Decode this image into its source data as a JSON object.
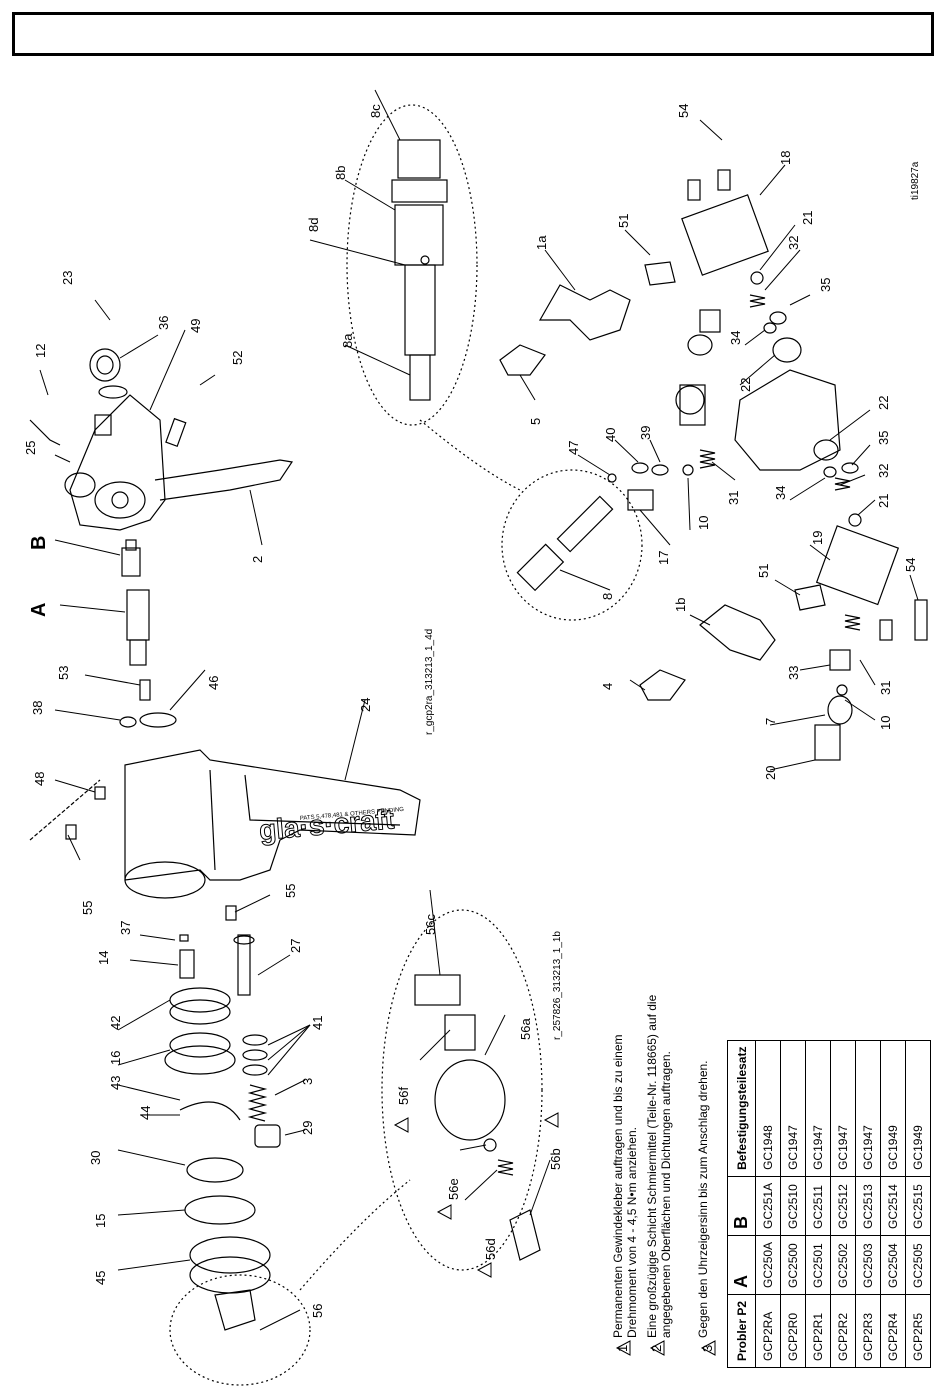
{
  "figures": {
    "gun_body_id": "r_gcp2ra_313213_1_4d",
    "cap_assembly_id": "r_257826_313213_1_1b",
    "sheet_id": "ti19827a"
  },
  "callouts": {
    "c23": "23",
    "c12": "12",
    "c25": "25",
    "c36": "36",
    "c49": "49",
    "c52": "52",
    "c2": "2",
    "cB": "B",
    "cA": "A",
    "c53": "53",
    "c38": "38",
    "c46": "46",
    "c24": "24",
    "c48": "48",
    "c55a": "55",
    "c55b": "55",
    "c37": "37",
    "c14": "14",
    "c42": "42",
    "c16": "16",
    "c43": "43",
    "c44": "44",
    "c30": "30",
    "c15": "15",
    "c45": "45",
    "c56": "56",
    "c27": "27",
    "c41": "41",
    "c3": "3",
    "c29": "29",
    "c56c": "56c",
    "c56a": "56a",
    "c56f": "56f",
    "c56e": "56e",
    "c56d": "56d",
    "c56b": "56b",
    "c8c": "8c",
    "c8b": "8b",
    "c8d": "8d",
    "c8a": "8a",
    "c1a": "1a",
    "c51a": "51",
    "c5": "5",
    "c47": "47",
    "c40": "40",
    "c39": "39",
    "c10a": "10",
    "c31a": "31",
    "c17": "17",
    "c8": "8",
    "c54a": "54",
    "c18": "18",
    "c21a": "21",
    "c32a": "32",
    "c35a": "35",
    "c34a": "34",
    "c22a": "22",
    "c22b": "22",
    "c35b": "35",
    "c32b": "32",
    "c34b": "34",
    "c21b": "21",
    "c19": "19",
    "c51b": "51",
    "c1b": "1b",
    "c4": "4",
    "c54b": "54",
    "c33": "33",
    "c31b": "31",
    "c10b": "10",
    "c7": "7",
    "c20": "20",
    "note_mark_1": "1",
    "note_mark_2": "2",
    "note_mark_3": "3"
  },
  "notes": [
    {
      "mark": "1",
      "line1": "Permanenten Gewindekleber auftragen und bis zu einem",
      "line2": "Drehmoment von 4 - 4,5 N•m anziehen."
    },
    {
      "mark": "2",
      "line1": "Eine großzügige Schicht Schmiermittel (Teile-Nr. 118665) auf die",
      "line2": "angegebenen Oberflächen und Dichtungen auftragen."
    },
    {
      "mark": "3",
      "line1": "Gegen den Uhrzeigersinn bis zum Anschlag drehen.",
      "line2": ""
    }
  ],
  "kit_table": {
    "headers": [
      "Probler P2",
      "A",
      "B",
      "Befestigungsteilesatz"
    ],
    "rows": [
      [
        "GCP2RA",
        "GC250A",
        "GC251A",
        "GC1948"
      ],
      [
        "GCP2R0",
        "GC2500",
        "GC2510",
        "GC1947"
      ],
      [
        "GCP2R1",
        "GC2501",
        "GC2511",
        "GC1947"
      ],
      [
        "GCP2R2",
        "GC2502",
        "GC2512",
        "GC1947"
      ],
      [
        "GCP2R3",
        "GC2503",
        "GC2513",
        "GC1947"
      ],
      [
        "GCP2R4",
        "GC2504",
        "GC2514",
        "GC1949"
      ],
      [
        "GCP2R5",
        "GC2505",
        "GC2515",
        "GC1949"
      ]
    ]
  },
  "handle_lettering": "gla·s·craft",
  "handle_small_text": "PATS 5,478,481 & OTHERS PENDING"
}
